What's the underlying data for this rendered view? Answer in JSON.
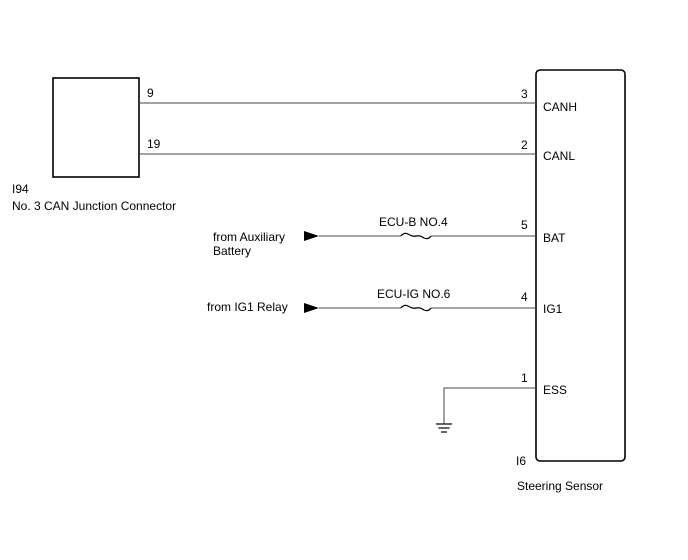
{
  "connector": {
    "code": "I94",
    "name": "No. 3 CAN Junction Connector",
    "pins": [
      "9",
      "19"
    ]
  },
  "sensor": {
    "code": "I6",
    "name": "Steering Sensor"
  },
  "wires": [
    {
      "from_pin": "9",
      "to_pin": "3",
      "terminal": "CANH"
    },
    {
      "from_pin": "19",
      "to_pin": "2",
      "terminal": "CANL"
    },
    {
      "source": [
        "from Auxiliary",
        "Battery"
      ],
      "fuse": "ECU-B NO.4",
      "to_pin": "5",
      "terminal": "BAT"
    },
    {
      "source": [
        "from IG1 Relay"
      ],
      "fuse": "ECU-IG NO.6",
      "to_pin": "4",
      "terminal": "IG1"
    },
    {
      "ground": true,
      "to_pin": "1",
      "terminal": "ESS"
    }
  ],
  "colors": {
    "line": "#000000",
    "wire": "#444444",
    "background": "#ffffff"
  }
}
